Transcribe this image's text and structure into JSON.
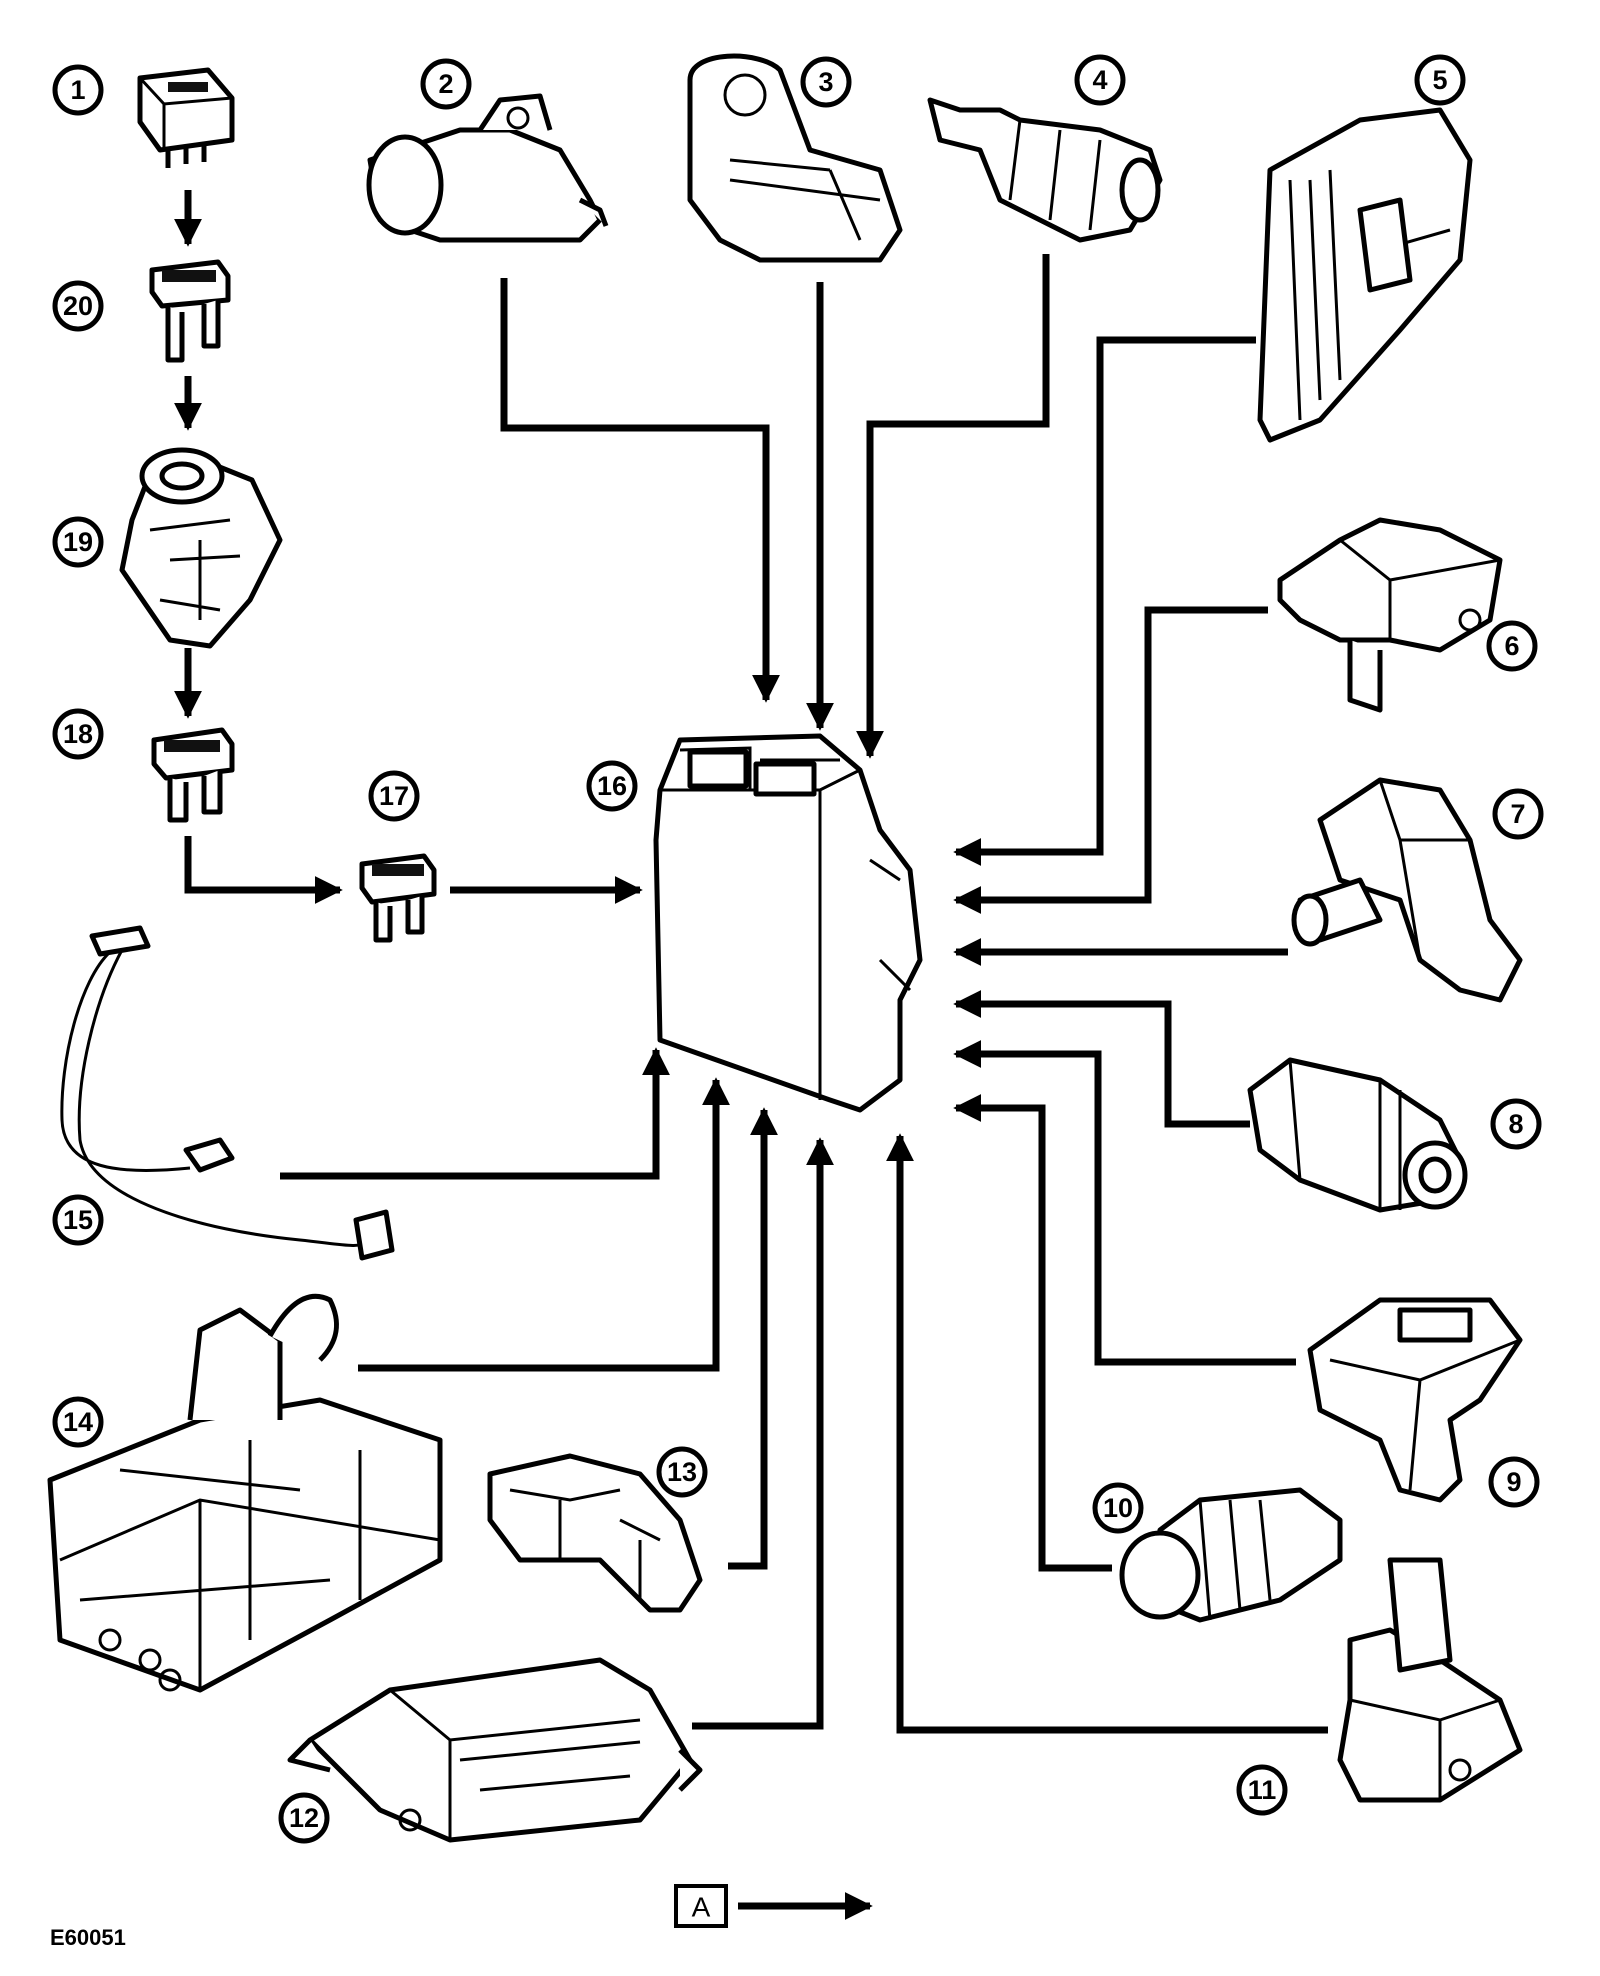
{
  "diagram_code": "E60051",
  "legend": {
    "label": "A"
  },
  "callouts": [
    "1",
    "2",
    "3",
    "4",
    "5",
    "6",
    "7",
    "8",
    "9",
    "10",
    "11",
    "12",
    "13",
    "14",
    "15",
    "16",
    "17",
    "18",
    "19",
    "20"
  ],
  "colors": {
    "ink": "#000000",
    "paper": "#ffffff"
  }
}
